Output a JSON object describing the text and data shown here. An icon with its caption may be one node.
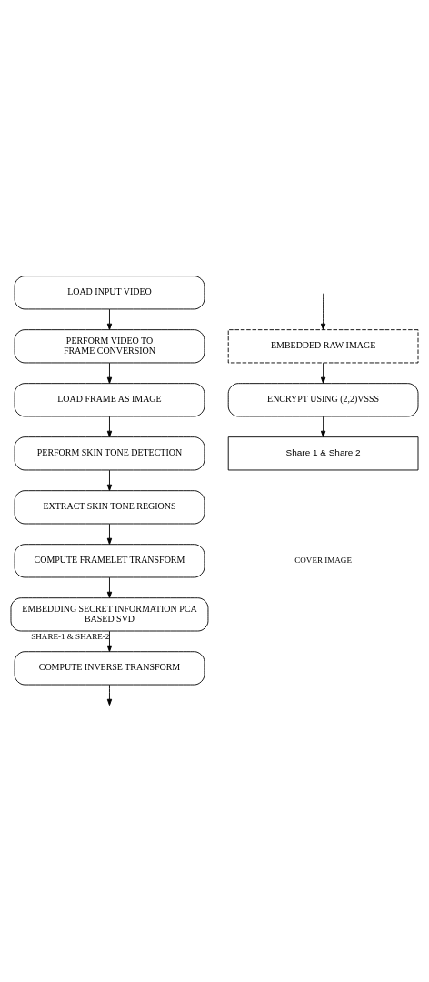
{
  "diagram": {
    "nodes": [
      {
        "text": [
          "LOAD INPUT VIDEO"
        ]
      },
      {
        "text": [
          "PERFORM VIDEO TO FRAME CONVERSION"
        ]
      },
      {
        "text": [
          "LOAD FRAME AS IMAGE"
        ]
      },
      {
        "text": [
          "PERFORM SKIN TONE DETECTION"
        ]
      },
      {
        "text": [
          "EXTRACT SKIN TONE REGIONS"
        ]
      },
      {
        "text": [
          "COMPUTE FRAMELET TRANSFORM"
        ]
      },
      {
        "text": [
          "EMBEDDING SECRET INFORMATION PCA BASED SVD"
        ]
      },
      {
        "text": [
          "COMPUTE INVERSE TRANSFORM"
        ]
      },
      {
        "text": [
          "EMBEDDED RAW IMAGE"
        ]
      },
      {
        "text": [
          "ENCRYPT USING (2,2)VSSS"
        ]
      },
      {
        "text": [
          "Share 1 & Share 2"
        ]
      }
    ],
    "edges": [
      {
        "from": 0,
        "to": 1,
        "arrow": "to"
      },
      {
        "from": 1,
        "to": 2,
        "arrow": "to"
      },
      {
        "from": 2,
        "to": 3,
        "arrow": "to"
      },
      {
        "from": 3,
        "to": 4,
        "arrow": "to"
      },
      {
        "from": 4,
        "to": 5,
        "arrow": "to"
      },
      {
        "from": 5,
        "to": 6,
        "arrow": "to"
      },
      {
        "from": 6,
        "to": 7,
        "arrow": "to",
        "label": "SHARE-1 & SHARE-2"
      },
      {
        "from": 7,
        "to": null,
        "arrow": "to"
      },
      {
        "from": null,
        "to": 8,
        "arrow": "to"
      },
      {
        "from": 8,
        "to": 9,
        "arrow": "to"
      },
      {
        "from": 9,
        "to": 10,
        "arrow": "to"
      }
    ],
    "labels": [
      "COVER IMAGE"
    ]
  }
}
